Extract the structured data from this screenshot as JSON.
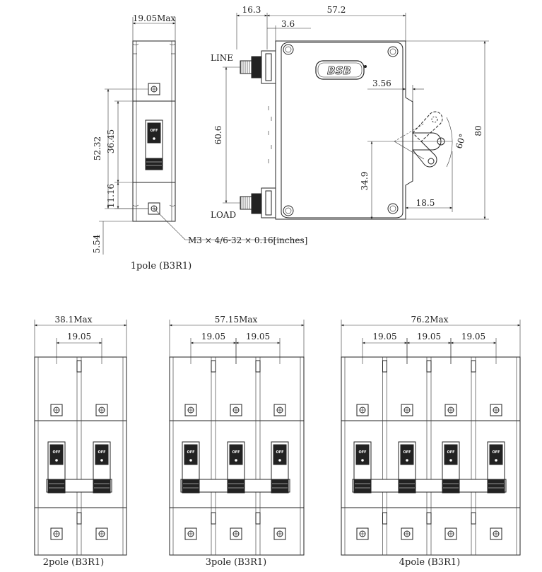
{
  "brand": "BSB",
  "toggle_text": "OFF",
  "top_view": {
    "width_max": "19.05Max",
    "dim_a": "52.32",
    "dim_b": "36.45",
    "dim_c": "11.16",
    "dim_d": "5.54",
    "screw_note": "M3 × 4/6-32 × 0.16[inches]",
    "caption": "1pole (B3R1)"
  },
  "side_view": {
    "dim_terminal": "16.3",
    "dim_body": "57.2",
    "dim_flange": "3.6",
    "dim_step": "3.56",
    "dim_height": "80",
    "dim_line_load": "60.6",
    "dim_handle_h": "34.9",
    "dim_handle_w": "18.5",
    "dim_angle": "60°",
    "label_line": "LINE",
    "label_load": "LOAD"
  },
  "multi_pole": [
    {
      "caption": "2pole (B3R1)",
      "width_max": "38.1Max",
      "pitch": [
        "19.05"
      ]
    },
    {
      "caption": "3pole (B3R1)",
      "width_max": "57.15Max",
      "pitch": [
        "19.05",
        "19.05"
      ]
    },
    {
      "caption": "4pole (B3R1)",
      "width_max": "76.2Max",
      "pitch": [
        "19.05",
        "19.05",
        "19.05"
      ]
    }
  ]
}
